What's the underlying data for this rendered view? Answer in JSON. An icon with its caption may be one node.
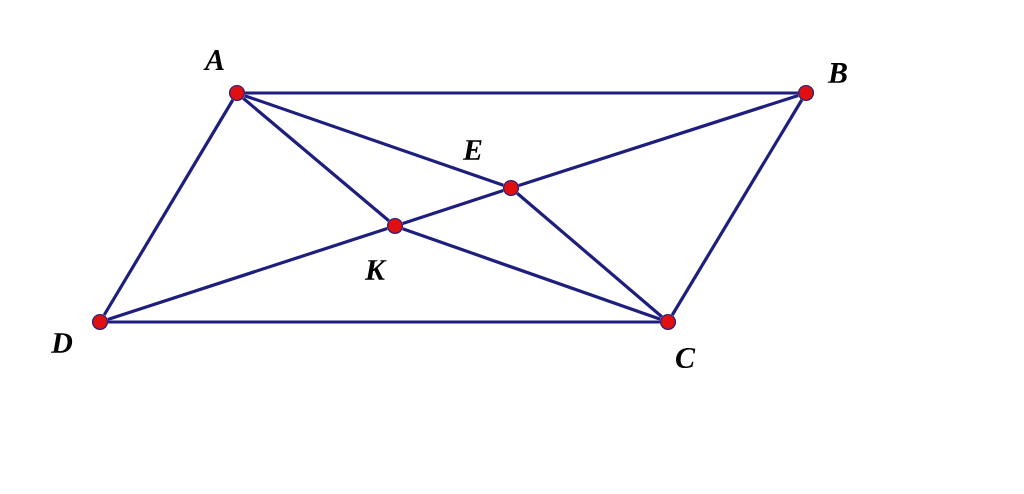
{
  "diagram": {
    "nodes": [
      {
        "text": [],
        "shape": "circle",
        "beside": [
          "A"
        ]
      },
      {
        "text": [],
        "shape": "circle",
        "beside": [
          "B"
        ]
      },
      {
        "text": [],
        "shape": "circle",
        "beside": [
          "C"
        ]
      },
      {
        "text": [],
        "shape": "circle",
        "beside": [
          "D"
        ]
      },
      {
        "text": [],
        "shape": "circle",
        "beside": [
          "E"
        ]
      },
      {
        "text": [],
        "shape": "circle",
        "beside": [
          "K"
        ]
      }
    ],
    "edges": [
      {
        "from": 0,
        "to": 1,
        "arrow": "none"
      },
      {
        "from": 1,
        "to": 2,
        "arrow": "none"
      },
      {
        "from": 2,
        "to": 3,
        "arrow": "none"
      },
      {
        "from": 3,
        "to": 0,
        "arrow": "none"
      },
      {
        "from": 0,
        "to": 4,
        "arrow": "none"
      },
      {
        "from": 4,
        "to": 2,
        "arrow": "none"
      },
      {
        "from": 0,
        "to": 5,
        "arrow": "none"
      },
      {
        "from": 5,
        "to": 2,
        "arrow": "none"
      },
      {
        "from": 3,
        "to": 5,
        "arrow": "none"
      },
      {
        "from": 5,
        "to": 4,
        "arrow": "none"
      },
      {
        "from": 4,
        "to": 1,
        "arrow": "none"
      }
    ]
  }
}
